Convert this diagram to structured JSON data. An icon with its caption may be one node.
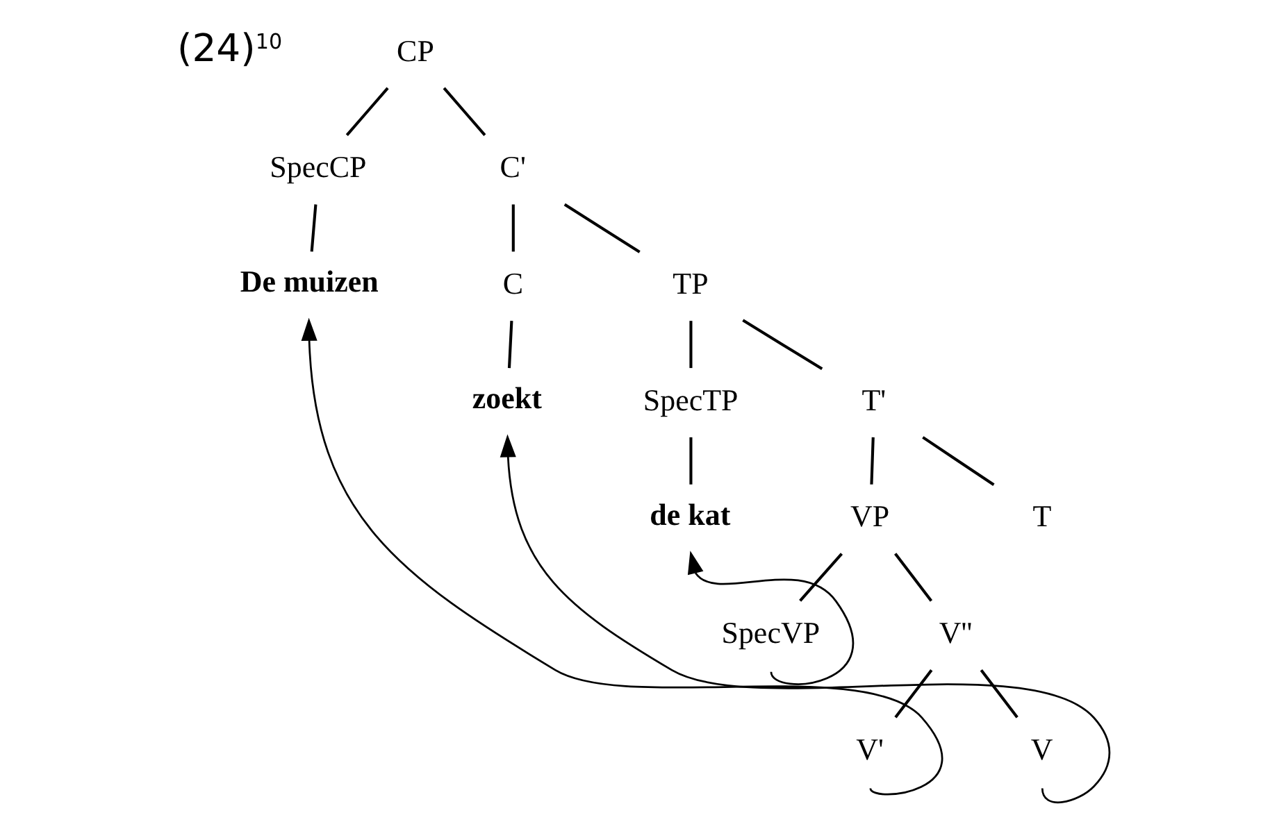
{
  "diagram": {
    "nodes": [
      {
        "text": [
          "CP"
        ]
      },
      {
        "text": [
          "SpecCP"
        ]
      },
      {
        "text": [
          "C'"
        ]
      },
      {
        "text": [
          "De muizen"
        ]
      },
      {
        "text": [
          "C"
        ]
      },
      {
        "text": [
          "TP"
        ]
      },
      {
        "text": [
          "zoekt"
        ]
      },
      {
        "text": [
          "SpecTP"
        ]
      },
      {
        "text": [
          "T'"
        ]
      },
      {
        "text": [
          "de kat"
        ]
      },
      {
        "text": [
          "VP"
        ]
      },
      {
        "text": [
          "T"
        ]
      },
      {
        "text": [
          "SpecVP"
        ]
      },
      {
        "text": [
          "V''"
        ]
      },
      {
        "text": [
          "V'"
        ]
      },
      {
        "text": [
          "V"
        ]
      }
    ],
    "edges": [
      {
        "from": 0,
        "to": 1,
        "arrow": "none"
      },
      {
        "from": 0,
        "to": 2,
        "arrow": "none"
      },
      {
        "from": 1,
        "to": 3,
        "arrow": "none"
      },
      {
        "from": 2,
        "to": 4,
        "arrow": "none"
      },
      {
        "from": 2,
        "to": 5,
        "arrow": "none"
      },
      {
        "from": 4,
        "to": 6,
        "arrow": "none"
      },
      {
        "from": 5,
        "to": 7,
        "arrow": "none"
      },
      {
        "from": 5,
        "to": 8,
        "arrow": "none"
      },
      {
        "from": 7,
        "to": 9,
        "arrow": "none"
      },
      {
        "from": 8,
        "to": 10,
        "arrow": "none"
      },
      {
        "from": 8,
        "to": 11,
        "arrow": "none"
      },
      {
        "from": 10,
        "to": 12,
        "arrow": "none"
      },
      {
        "from": 10,
        "to": 13,
        "arrow": "none"
      },
      {
        "from": 13,
        "to": 14,
        "arrow": "none"
      },
      {
        "from": 13,
        "to": 15,
        "arrow": "none"
      },
      {
        "from": 12,
        "to": 9,
        "arrow": "to"
      },
      {
        "from": 14,
        "to": 3,
        "arrow": "to"
      },
      {
        "from": 15,
        "to": 6,
        "arrow": "to"
      }
    ],
    "labels": [
      "(24)",
      "10"
    ]
  }
}
